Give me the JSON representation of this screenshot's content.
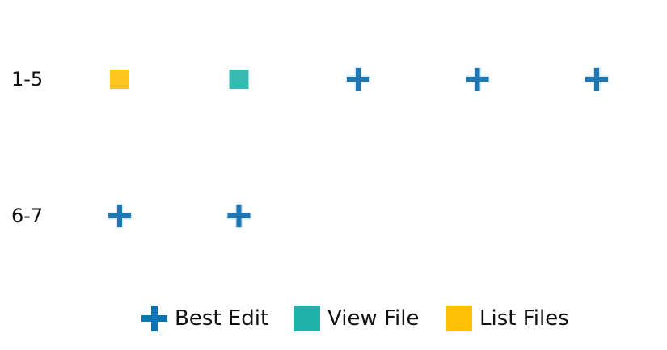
{
  "chart_data": {
    "type": "scatter",
    "title": "",
    "rows": [
      {
        "label": "1-5",
        "steps": [
          "List Files",
          "View File",
          "Best Edit",
          "Best Edit",
          "Best Edit"
        ]
      },
      {
        "label": "6-7",
        "steps": [
          "Best Edit",
          "Best Edit"
        ]
      }
    ],
    "legend": [
      {
        "name": "Best Edit",
        "marker": "plus",
        "color": "#1f77b4"
      },
      {
        "name": "View File",
        "marker": "square",
        "color": "#20b2aa"
      },
      {
        "name": "List Files",
        "marker": "square",
        "color": "#ffc107"
      }
    ],
    "grid": false,
    "legend_position": "bottom-center"
  }
}
